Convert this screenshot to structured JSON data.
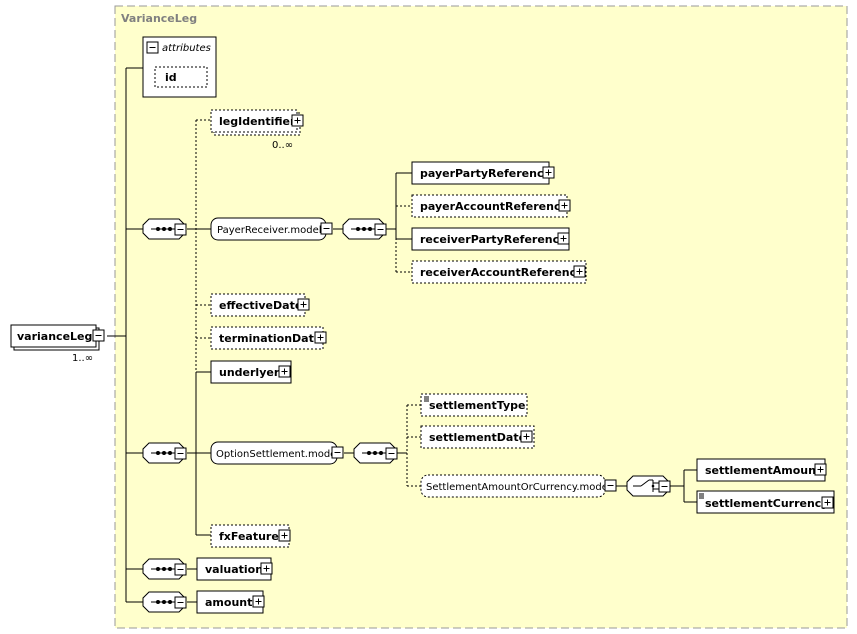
{
  "container_title": "VarianceLeg",
  "root": {
    "name": "varianceLeg",
    "occurs": "1..∞"
  },
  "attributes": {
    "header": "attributes",
    "items": [
      "id"
    ]
  },
  "leg_identifier": {
    "name": "legIdentifier",
    "occurs": "0..∞"
  },
  "payer_receiver": {
    "group": "PayerReceiver.model",
    "children": [
      "payerPartyReference",
      "payerAccountReference",
      "receiverPartyReference",
      "receiverAccountReference"
    ]
  },
  "effective_date": "effectiveDate",
  "termination_date": "terminationDate",
  "underlyer": "underlyer",
  "option_settlement": {
    "group": "OptionSettlement.model",
    "settlement_type": "settlementType",
    "settlement_date": "settlementDate",
    "amount_or_currency": {
      "group": "SettlementAmountOrCurrency.model",
      "children": [
        "settlementAmount",
        "settlementCurrency"
      ]
    }
  },
  "fx_feature": "fxFeature",
  "valuation": "valuation",
  "amount": "amount",
  "colors": {
    "background": "#ffffcc",
    "border": "#000000",
    "dash": "#999999"
  }
}
